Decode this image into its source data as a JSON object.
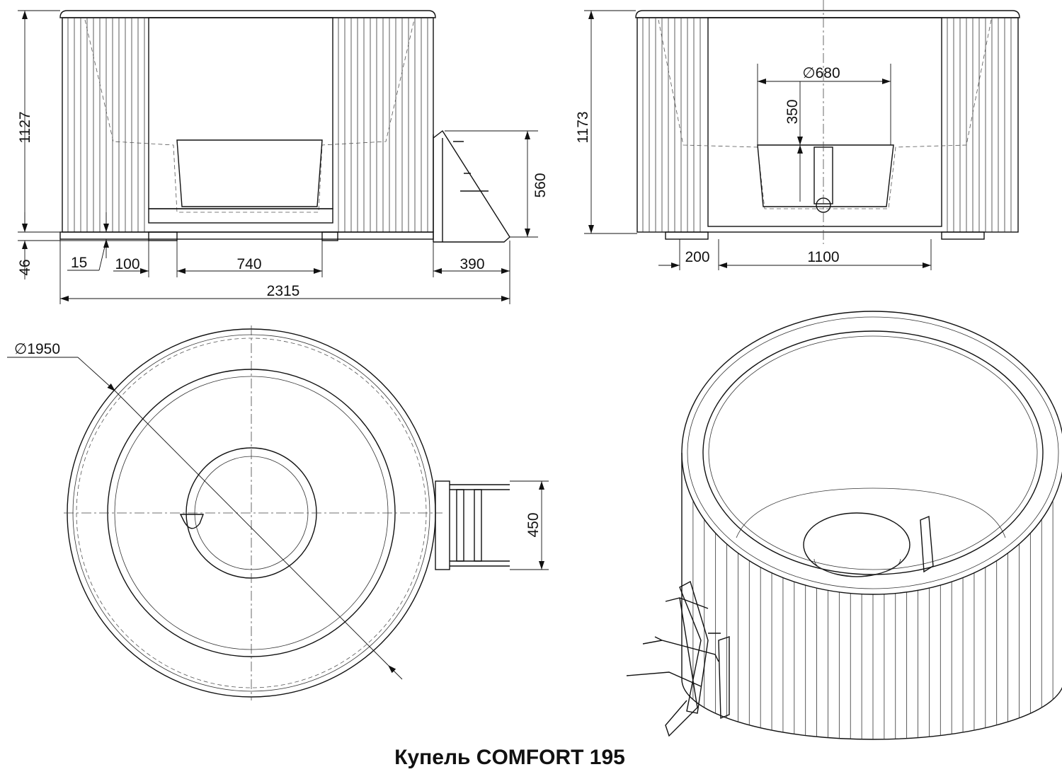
{
  "title": "Купель  COMFORT 195",
  "front_view": {
    "height_total": "1127",
    "base_height": "46",
    "rim_offset": "15",
    "foot_offset": "100",
    "footwell_width": "740",
    "ladder_depth": "390",
    "overall_width": "2315",
    "ladder_height": "560"
  },
  "side_view": {
    "height_total": "1173",
    "footwell_diameter": "∅680",
    "footwell_depth": "350",
    "foot_offset": "200",
    "foot_span": "1100"
  },
  "top_view": {
    "diameter": "∅1950",
    "ladder_width": "450"
  }
}
